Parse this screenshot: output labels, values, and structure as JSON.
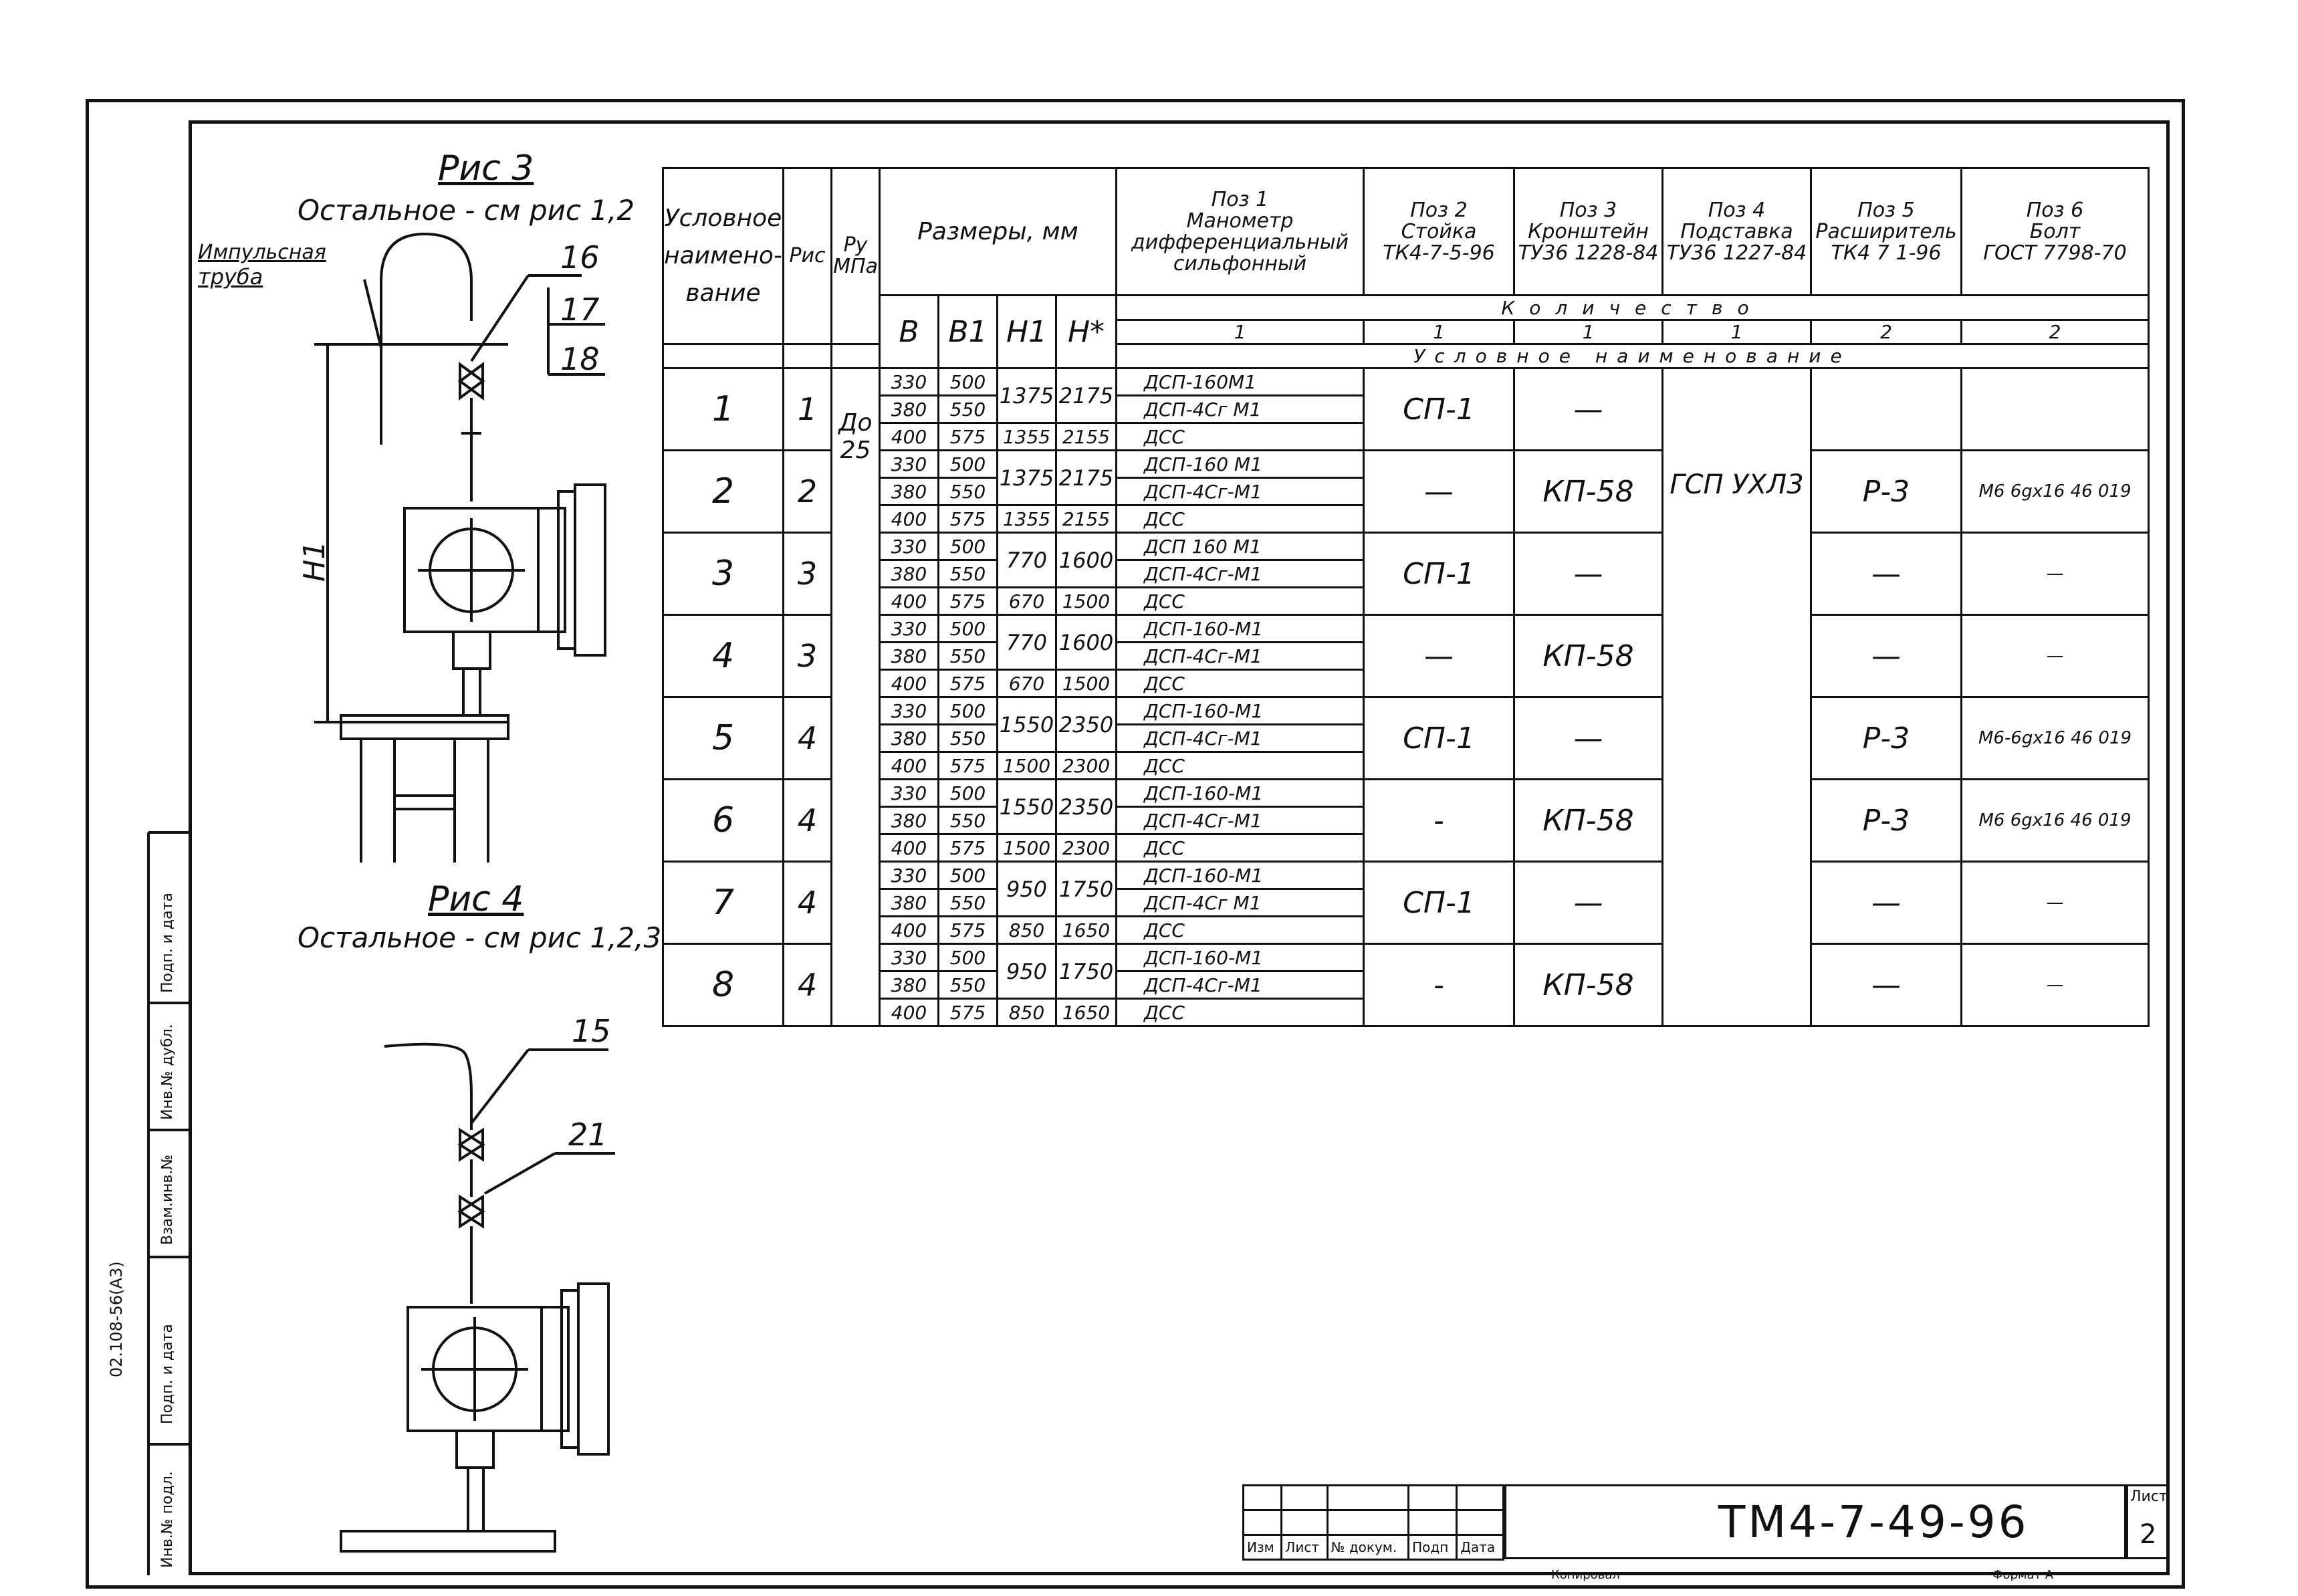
{
  "fig3": {
    "title": "Рис 3",
    "note": "Остальное - см рис 1,2",
    "impulse_label_1": "Импульсная",
    "impulse_label_2": "труба",
    "pos_16": "16",
    "pos_17": "17",
    "pos_18": "18",
    "h1": "H1"
  },
  "fig4": {
    "title": "Рис 4",
    "note": "Остальное - см рис 1,2,3",
    "pos_15": "15",
    "pos_21": "21"
  },
  "table": {
    "h_name": [
      "Условное",
      "наимено-",
      "вание"
    ],
    "h_ris": "Рис",
    "h_ru": "Ру",
    "h_ru_unit": "МПа",
    "h_sizes": "Размеры, мм",
    "h_b": "B",
    "h_b1": "B1",
    "h_h1": "H1",
    "h_h": "H*",
    "pos1": [
      "Поз 1",
      "Манометр",
      "дифференциальный",
      "сильфонный"
    ],
    "pos2": [
      "Поз 2",
      "Стойка",
      "ТК4-7-5-96"
    ],
    "pos3": [
      "Поз 3",
      "Кронштейн",
      "ТУ36 1228-84"
    ],
    "pos4": [
      "Поз 4",
      "Подставка",
      "ТУ36 1227-84"
    ],
    "pos5": [
      "Поз 5",
      "Расширитель",
      "ТК4 7 1-96"
    ],
    "pos6": [
      "Поз 6",
      "Болт",
      "ГОСТ 7798-70"
    ],
    "qty_label": "Количество",
    "qty": [
      "1",
      "1",
      "1",
      "1",
      "2",
      "2"
    ],
    "cond_label": "Условное наименование",
    "ru_value": "До 25",
    "pos4_value": "ГСП УХЛ3",
    "rows": [
      {
        "n": "1",
        "ris": "1",
        "B": [
          "330",
          "380",
          "400"
        ],
        "B1": [
          "500",
          "550",
          "575"
        ],
        "H1": [
          "1375",
          "1355"
        ],
        "H": [
          "2175",
          "2155"
        ],
        "dev": [
          "ДСП-160М1",
          "ДСП-4Сг М1",
          "ДСС"
        ],
        "p2": "СП-1",
        "p3": "—",
        "p5": "",
        "p6": ""
      },
      {
        "n": "2",
        "ris": "2",
        "B": [
          "330",
          "380",
          "400"
        ],
        "B1": [
          "500",
          "550",
          "575"
        ],
        "H1": [
          "1375",
          "1355"
        ],
        "H": [
          "2175",
          "2155"
        ],
        "dev": [
          "ДСП-160 М1",
          "ДСП-4Сг-М1",
          "ДСС"
        ],
        "p2": "—",
        "p3": "КП-58",
        "p5": "Р-3",
        "p6": "М6 6gх16 46 019"
      },
      {
        "n": "3",
        "ris": "3",
        "B": [
          "330",
          "380",
          "400"
        ],
        "B1": [
          "500",
          "550",
          "575"
        ],
        "H1": [
          "770",
          "670"
        ],
        "H": [
          "1600",
          "1500"
        ],
        "dev": [
          "ДСП 160 М1",
          "ДСП-4Сг-М1",
          "ДСС"
        ],
        "p2": "СП-1",
        "p3": "—",
        "p5": "—",
        "p6": "—"
      },
      {
        "n": "4",
        "ris": "3",
        "B": [
          "330",
          "380",
          "400"
        ],
        "B1": [
          "500",
          "550",
          "575"
        ],
        "H1": [
          "770",
          "670"
        ],
        "H": [
          "1600",
          "1500"
        ],
        "dev": [
          "ДСП-160-М1",
          "ДСП-4Сг-М1",
          "ДСС"
        ],
        "p2": "—",
        "p3": "КП-58",
        "p5": "—",
        "p6": "—"
      },
      {
        "n": "5",
        "ris": "4",
        "B": [
          "330",
          "380",
          "400"
        ],
        "B1": [
          "500",
          "550",
          "575"
        ],
        "H1": [
          "1550",
          "1500"
        ],
        "H": [
          "2350",
          "2300"
        ],
        "dev": [
          "ДСП-160-М1",
          "ДСП-4Сг-М1",
          "ДСС"
        ],
        "p2": "СП-1",
        "p3": "—",
        "p5": "Р-3",
        "p6": "М6-6gх16 46 019"
      },
      {
        "n": "6",
        "ris": "4",
        "B": [
          "330",
          "380",
          "400"
        ],
        "B1": [
          "500",
          "550",
          "575"
        ],
        "H1": [
          "1550",
          "1500"
        ],
        "H": [
          "2350",
          "2300"
        ],
        "dev": [
          "ДСП-160-М1",
          "ДСП-4Сг-М1",
          "ДСС"
        ],
        "p2": "-",
        "p3": "КП-58",
        "p5": "Р-3",
        "p6": "М6 6gх16 46 019"
      },
      {
        "n": "7",
        "ris": "4",
        "B": [
          "330",
          "380",
          "400"
        ],
        "B1": [
          "500",
          "550",
          "575"
        ],
        "H1": [
          "950",
          "850"
        ],
        "H": [
          "1750",
          "1650"
        ],
        "dev": [
          "ДСП-160-М1",
          "ДСП-4Сг М1",
          "ДСС"
        ],
        "p2": "СП-1",
        "p3": "—",
        "p5": "—",
        "p6": "—"
      },
      {
        "n": "8",
        "ris": "4",
        "B": [
          "330",
          "380",
          "400"
        ],
        "B1": [
          "500",
          "550",
          "575"
        ],
        "H1": [
          "950",
          "850"
        ],
        "H": [
          "1750",
          "1650"
        ],
        "dev": [
          "ДСП-160-М1",
          "ДСП-4Сг-М1",
          "ДСС"
        ],
        "p2": "-",
        "p3": "КП-58",
        "p5": "—",
        "p6": "—"
      }
    ]
  },
  "stamp": {
    "doc_code": "ТМ4-7-49-96",
    "sheet_label": "Лист",
    "sheet_no": "2",
    "cols": [
      "Изм",
      "Лист",
      "№ докум.",
      "Подп",
      "Дата"
    ],
    "copied": "Копировал",
    "format": "Формат А"
  },
  "side": {
    "album": "02.108-56(А3)",
    "cells": [
      "Инв.№ подл.",
      "Подп. и дата",
      "Взам.инв.№",
      "Инв.№ дубл.",
      "Подп. и дата"
    ]
  }
}
